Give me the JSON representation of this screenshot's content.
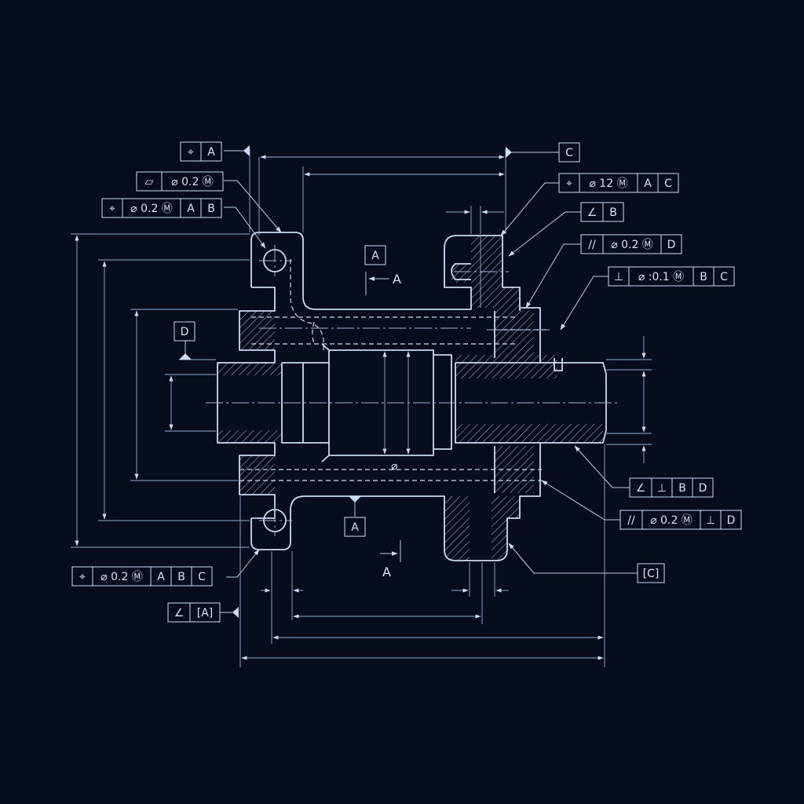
{
  "feature_frames": [
    {
      "id": "fcf-pos-a",
      "cells": [
        "⌖",
        "A"
      ]
    },
    {
      "id": "fcf-flat-02",
      "cells": [
        "▱",
        "⌀ 0.2 Ⓜ"
      ]
    },
    {
      "id": "fcf-pos-02-ab",
      "cells": [
        "⌖",
        "⌀ 0.2 Ⓜ",
        "A",
        "B"
      ]
    },
    {
      "id": "fcf-datum-c",
      "cells": [
        "C"
      ]
    },
    {
      "id": "fcf-pos-12-ac",
      "cells": [
        "⌖",
        "⌀ 12 Ⓜ",
        "A",
        "C"
      ]
    },
    {
      "id": "fcf-angle-b",
      "cells": [
        "∠",
        "B"
      ]
    },
    {
      "id": "fcf-par-02-d",
      "cells": [
        "//",
        "⌀ 0.2 Ⓜ",
        "D"
      ]
    },
    {
      "id": "fcf-perp-01-bc",
      "cells": [
        "⊥",
        "⌀ :0.1 Ⓜ",
        "B",
        "C"
      ]
    },
    {
      "id": "fcf-angle-perp-bd",
      "cells": [
        "∠",
        "⊥",
        "B",
        "D"
      ]
    },
    {
      "id": "fcf-par-02-perp-d",
      "cells": [
        "//",
        "⌀ 0.2 Ⓜ",
        "⊥",
        "D"
      ]
    },
    {
      "id": "fcf-c-bracket",
      "cells": [
        "[C]"
      ]
    },
    {
      "id": "fcf-pos-02-abc",
      "cells": [
        "⌖",
        "⌀ 0.2 Ⓜ",
        "A",
        "B",
        "C"
      ]
    },
    {
      "id": "fcf-angle-a",
      "cells": [
        "∠",
        "[A]"
      ]
    }
  ],
  "datums": {
    "a_top": "A",
    "a_bottom": "A",
    "d": "D"
  },
  "view_labels": {
    "section_top": "A",
    "section_bottom": "A"
  },
  "center_mark": "⌀"
}
